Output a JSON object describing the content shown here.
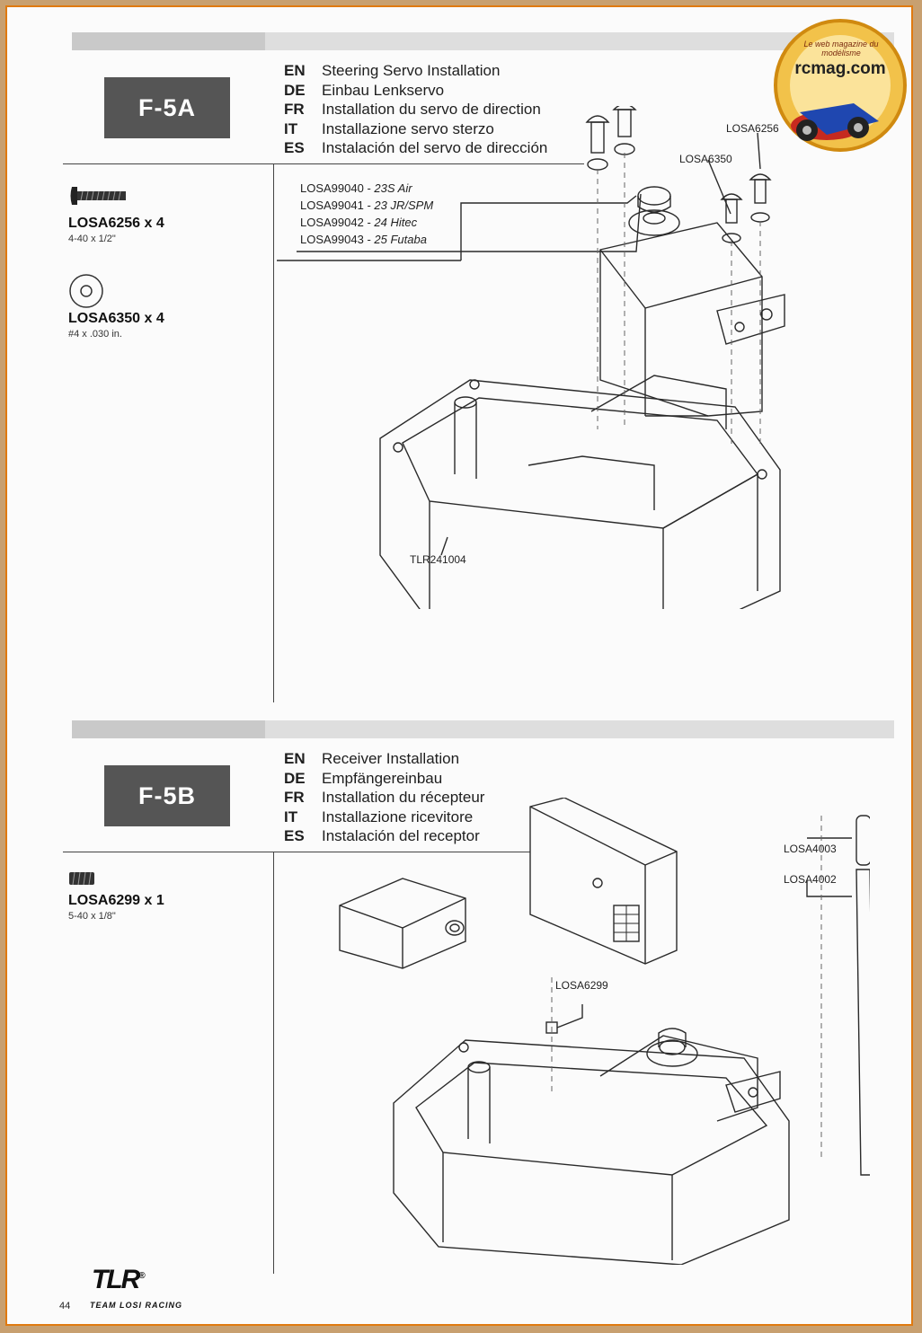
{
  "page_number": "44",
  "brand": {
    "logo_text": "TLR",
    "registered": "®",
    "subtitle": "TEAM LOSI RACING"
  },
  "watermark": {
    "site": "rcmag.com",
    "tagline": "Le web magazine du modélisme"
  },
  "steps": [
    {
      "id": "F-5A",
      "langs": [
        {
          "code": "EN",
          "text": "Steering Servo Installation"
        },
        {
          "code": "DE",
          "text": "Einbau Lenkservo"
        },
        {
          "code": "FR",
          "text": "Installation du servo de direction"
        },
        {
          "code": "IT",
          "text": "Installazione servo sterzo"
        },
        {
          "code": "ES",
          "text": "Instalación del servo de dirección"
        }
      ],
      "parts": [
        {
          "name": "LOSA6256 x 4",
          "spec": "4-40 x 1/2\"",
          "icon": "button-head-screw-icon"
        },
        {
          "name": "LOSA6350 x 4",
          "spec": "#4 x .030 in.",
          "icon": "washer-icon"
        }
      ],
      "callouts": {
        "screw": "LOSA6256",
        "washer": "LOSA6350",
        "tray": "TLR241004"
      },
      "servo_horns": [
        {
          "code": "LOSA99040",
          "servo": "23S Air"
        },
        {
          "code": "LOSA99041",
          "servo": "23 JR/SPM"
        },
        {
          "code": "LOSA99042",
          "servo": "24 Hitec"
        },
        {
          "code": "LOSA99043",
          "servo": "25 Futaba"
        }
      ]
    },
    {
      "id": "F-5B",
      "langs": [
        {
          "code": "EN",
          "text": "Receiver Installation"
        },
        {
          "code": "DE",
          "text": "Empfängereinbau"
        },
        {
          "code": "FR",
          "text": "Installation du récepteur"
        },
        {
          "code": "IT",
          "text": "Installazione ricevitore"
        },
        {
          "code": "ES",
          "text": "Instalación del receptor"
        }
      ],
      "parts": [
        {
          "name": "LOSA6299 x 1",
          "spec": "5-40 x 1/8\"",
          "icon": "set-screw-icon"
        }
      ],
      "callouts": {
        "setscrew": "LOSA6299",
        "cap": "LOSA4003",
        "tube": "LOSA4002"
      }
    }
  ],
  "colors": {
    "frame": "#e07a10",
    "stepbox": "#555555",
    "band": "#c9c9c9"
  }
}
